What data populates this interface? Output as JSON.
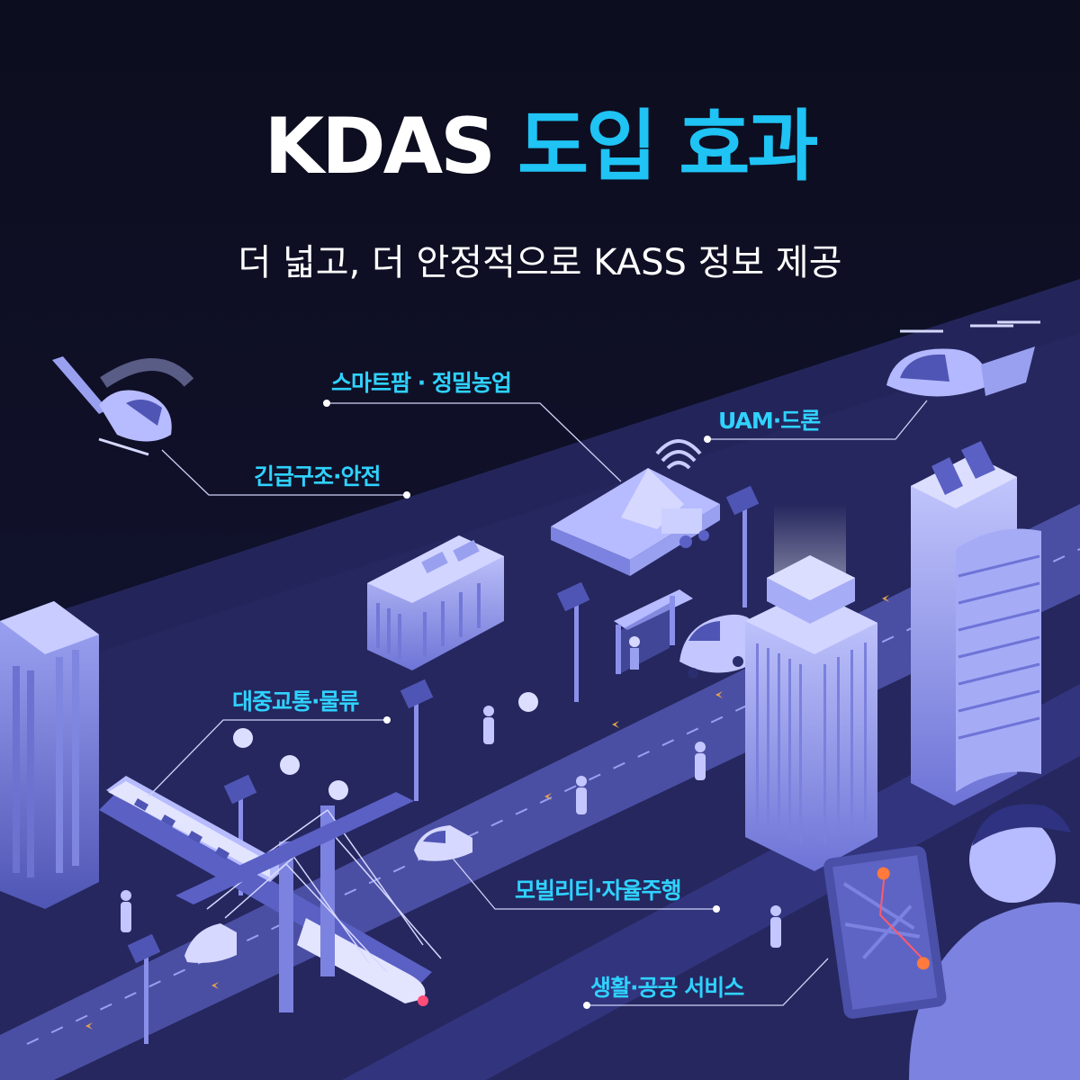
{
  "title": {
    "part1": "KDAS",
    "part2": "도입 효과"
  },
  "subtitle": "더 넓고, 더 안정적으로 KASS 정보 제공",
  "callouts": {
    "smart_farm": "스마트팜 · 정밀농업",
    "uam": "UAM·드론",
    "rescue": "긴급구조·안전",
    "transit": "대중교통·물류",
    "mobility": "모빌리티·자율주행",
    "public_service": "생활·공공 서비스"
  },
  "colors": {
    "background": "#0e0f21",
    "accent": "#1fc3f4",
    "callout_text": "#2fd2ff",
    "building": "#9aa2f2",
    "road": "#4b4fa3"
  }
}
